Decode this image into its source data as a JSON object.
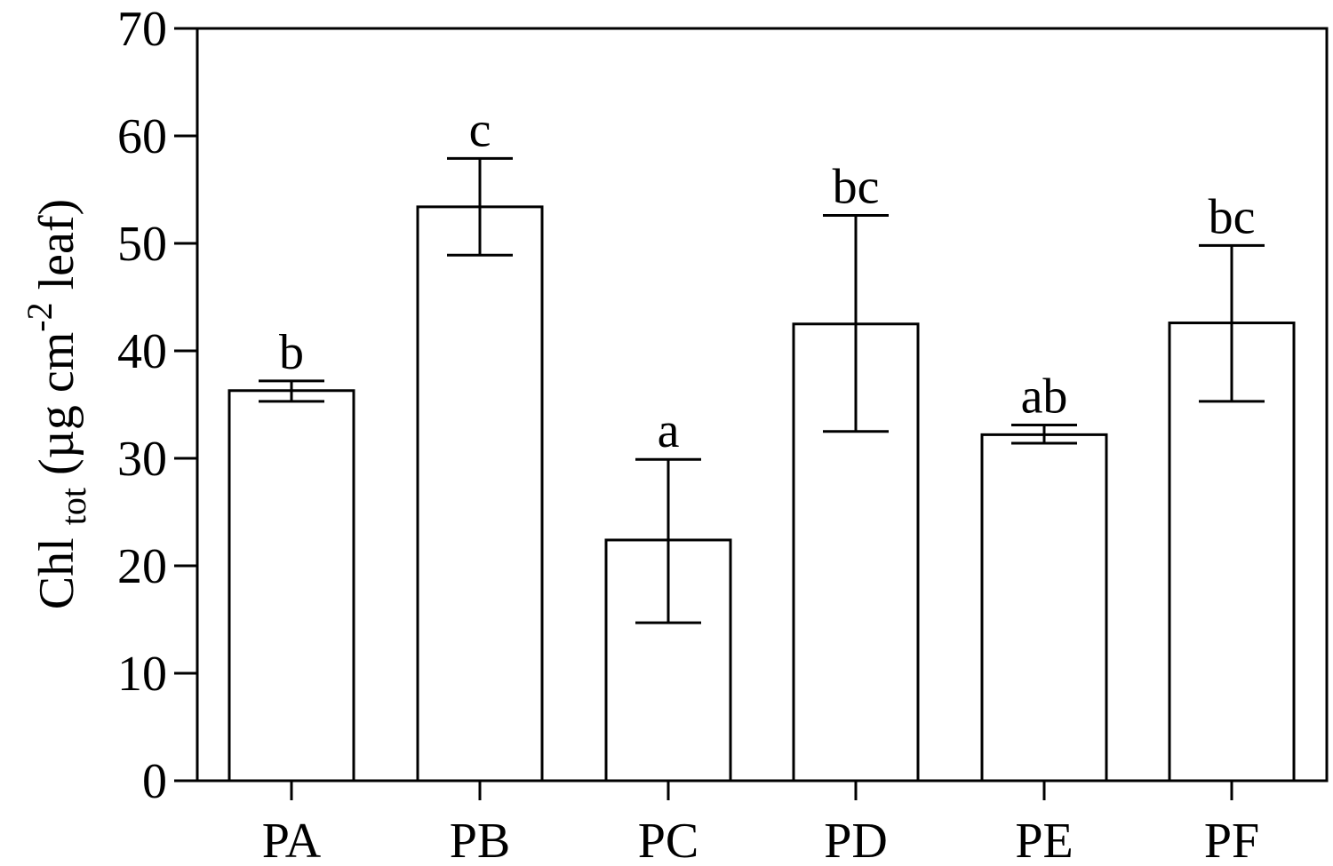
{
  "chart_data": {
    "type": "bar",
    "title": "",
    "xlabel": "",
    "ylabel": "Chl tot (µg cm-2 leaf)",
    "ylabel_parts": {
      "main": "Chl",
      "sub": "tot",
      "unit_pre": "(µg cm",
      "sup": "-2",
      "unit_post": " leaf)"
    },
    "ylim": [
      0,
      70
    ],
    "yticks": [
      0,
      10,
      20,
      30,
      40,
      50,
      60,
      70
    ],
    "categories": [
      "PA",
      "PB",
      "PC",
      "PD",
      "PE",
      "PF"
    ],
    "values": [
      36.3,
      53.4,
      22.4,
      42.5,
      32.2,
      42.6
    ],
    "error_upper": [
      37.2,
      57.9,
      29.9,
      52.6,
      33.1,
      49.8
    ],
    "error_lower": [
      35.3,
      48.9,
      14.7,
      32.5,
      31.4,
      35.3
    ],
    "significance_letters": [
      "b",
      "c",
      "a",
      "bc",
      "ab",
      "bc"
    ],
    "grid": false,
    "legend": null,
    "bar_fill": "#ffffff",
    "bar_stroke": "#000000"
  }
}
